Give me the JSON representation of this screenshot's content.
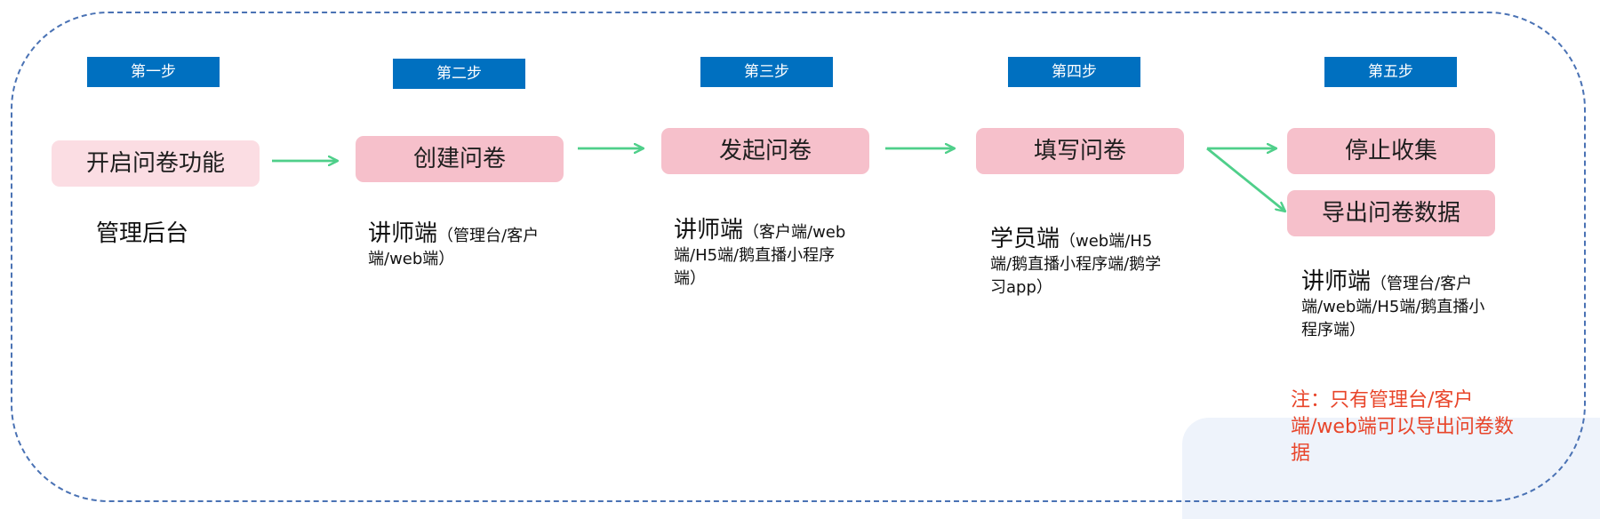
{
  "steps": [
    "第一步",
    "第二步",
    "第三步",
    "第四步",
    "第五步"
  ],
  "boxes": {
    "enable": "开启问卷功能",
    "create": "创建问卷",
    "launch": "发起问卷",
    "fill": "填写问卷",
    "stop": "停止收集",
    "export": "导出问卷数据"
  },
  "actors": {
    "a1": "管理后台",
    "a2_main": "讲师端",
    "a2_detail": "（管理台/客户端/web端）",
    "a3_main": "讲师端",
    "a3_detail": "（客户端/web端/H5端/鹅直播小程序端）",
    "a4_main": "学员端",
    "a4_detail": "（web端/H5端/鹅直播小程序端/鹅学习app）",
    "a5_main": "讲师端",
    "a5_detail": "（管理台/客户端/web端/H5端/鹅直播小程序端）"
  },
  "note": "注：只有管理台/客户端/web端可以导出问卷数据",
  "colors": {
    "step_bg": "#0070c0",
    "box_pink": "#f6c0cb",
    "box_light": "#fbdde3",
    "arrow": "#4fcf8a",
    "note": "#e8452a",
    "frame": "#4a72b4"
  }
}
